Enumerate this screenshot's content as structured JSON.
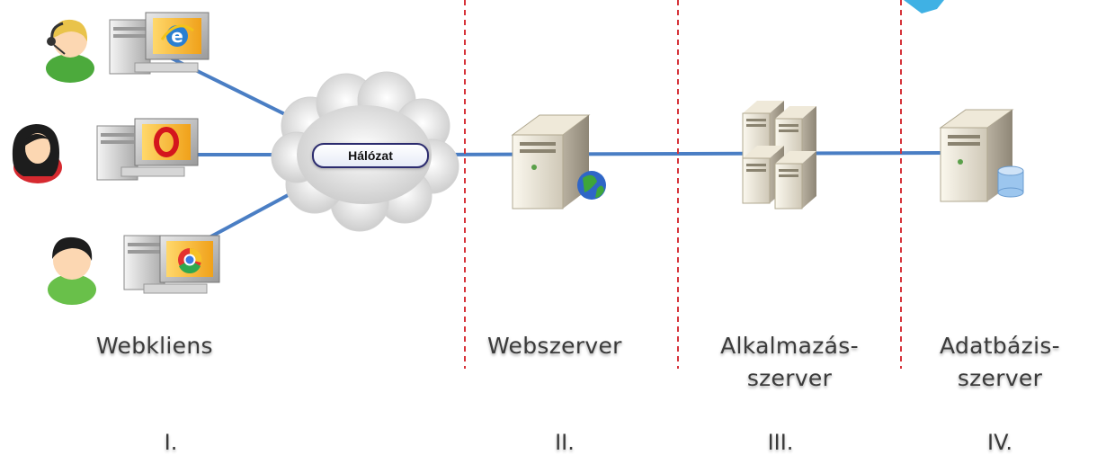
{
  "network": {
    "label": "Hálózat"
  },
  "columns": [
    {
      "name": "Webkliens",
      "tier": "I."
    },
    {
      "name": "Webszerver",
      "tier": "II."
    },
    {
      "name_line1": "Alkalmazás-",
      "name_line2": "szerver",
      "tier": "III."
    },
    {
      "name_line1": "Adatbázis-",
      "name_line2": "szerver",
      "tier": "IV."
    }
  ],
  "clients": [
    {
      "user": "user-headset-icon",
      "browser": "internet-explorer-icon"
    },
    {
      "user": "user-woman-icon",
      "browser": "opera-icon"
    },
    {
      "user": "user-man-icon",
      "browser": "chrome-icon"
    }
  ],
  "colors": {
    "link": "#4a7ec4",
    "divider": "#d6333a"
  }
}
